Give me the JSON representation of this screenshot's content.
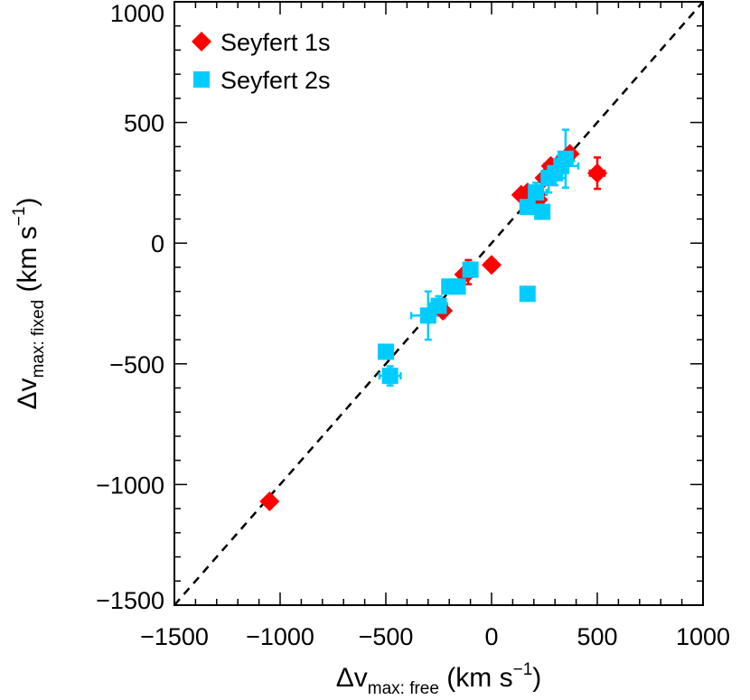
{
  "chart_data": {
    "type": "scatter",
    "xlabel": {
      "prefix": "Δv",
      "sub": "max: free",
      "unit_open": " (km s",
      "unit_sup": "−1",
      "unit_close": ")"
    },
    "ylabel": {
      "prefix": "Δv",
      "sub": "max: fixed",
      "unit_open": " (km s",
      "unit_sup": "−1",
      "unit_close": ")"
    },
    "xlim": [
      -1500,
      1000
    ],
    "ylim": [
      -1500,
      1000
    ],
    "x_ticks": [
      {
        "value": -1500,
        "label": "−1500"
      },
      {
        "value": -1000,
        "label": "−1000"
      },
      {
        "value": -500,
        "label": "−500"
      },
      {
        "value": 0,
        "label": "0"
      },
      {
        "value": 500,
        "label": "500"
      },
      {
        "value": 1000,
        "label": "1000"
      }
    ],
    "y_ticks": [
      {
        "value": -1500,
        "label": "−1500"
      },
      {
        "value": -1000,
        "label": "−1000"
      },
      {
        "value": -500,
        "label": "−500"
      },
      {
        "value": 0,
        "label": "0"
      },
      {
        "value": 500,
        "label": "500"
      },
      {
        "value": 1000,
        "label": "1000"
      }
    ],
    "reference_line": {
      "style": "dashed",
      "from": [
        -1500,
        -1500
      ],
      "to": [
        1000,
        1000
      ]
    },
    "legend_position": "top-left",
    "series": [
      {
        "name": "Seyfert 1s",
        "color": "#ff0000",
        "marker": "diamond",
        "points": [
          {
            "x": -1050,
            "y": -1070
          },
          {
            "x": 0,
            "y": -90
          },
          {
            "x": -110,
            "y": -120,
            "xerr": 20,
            "yerr": 50
          },
          {
            "x": -130,
            "y": -130
          },
          {
            "x": -230,
            "y": -280
          },
          {
            "x": 140,
            "y": 200
          },
          {
            "x": 170,
            "y": 210
          },
          {
            "x": 210,
            "y": 200
          },
          {
            "x": 220,
            "y": 180
          },
          {
            "x": 250,
            "y": 270
          },
          {
            "x": 280,
            "y": 320
          },
          {
            "x": 320,
            "y": 330
          },
          {
            "x": 370,
            "y": 370
          },
          {
            "x": 500,
            "y": 290,
            "xerr": 35,
            "yerr": 65
          }
        ]
      },
      {
        "name": "Seyfert 2s",
        "color": "#00ccff",
        "marker": "square",
        "points": [
          {
            "x": -500,
            "y": -450
          },
          {
            "x": -480,
            "y": -550,
            "xerr": 50,
            "yerr": 40
          },
          {
            "x": -300,
            "y": -300,
            "xerr": 80,
            "yerr": 100
          },
          {
            "x": -250,
            "y": -260,
            "xerr": 40,
            "yerr": 40
          },
          {
            "x": -200,
            "y": -180
          },
          {
            "x": -160,
            "y": -180
          },
          {
            "x": -100,
            "y": -110,
            "xerr": 30,
            "yerr": 30
          },
          {
            "x": 170,
            "y": 150
          },
          {
            "x": 170,
            "y": -210
          },
          {
            "x": 210,
            "y": 210,
            "xerr": 50,
            "yerr": 40
          },
          {
            "x": 240,
            "y": 130
          },
          {
            "x": 270,
            "y": 270,
            "xerr": 40,
            "yerr": 60
          },
          {
            "x": 300,
            "y": 290,
            "xerr": 50,
            "yerr": 50
          },
          {
            "x": 330,
            "y": 320,
            "xerr": 80,
            "yerr": 50
          },
          {
            "x": 350,
            "y": 350,
            "xerr": 40,
            "yerr": 120
          }
        ]
      }
    ]
  }
}
